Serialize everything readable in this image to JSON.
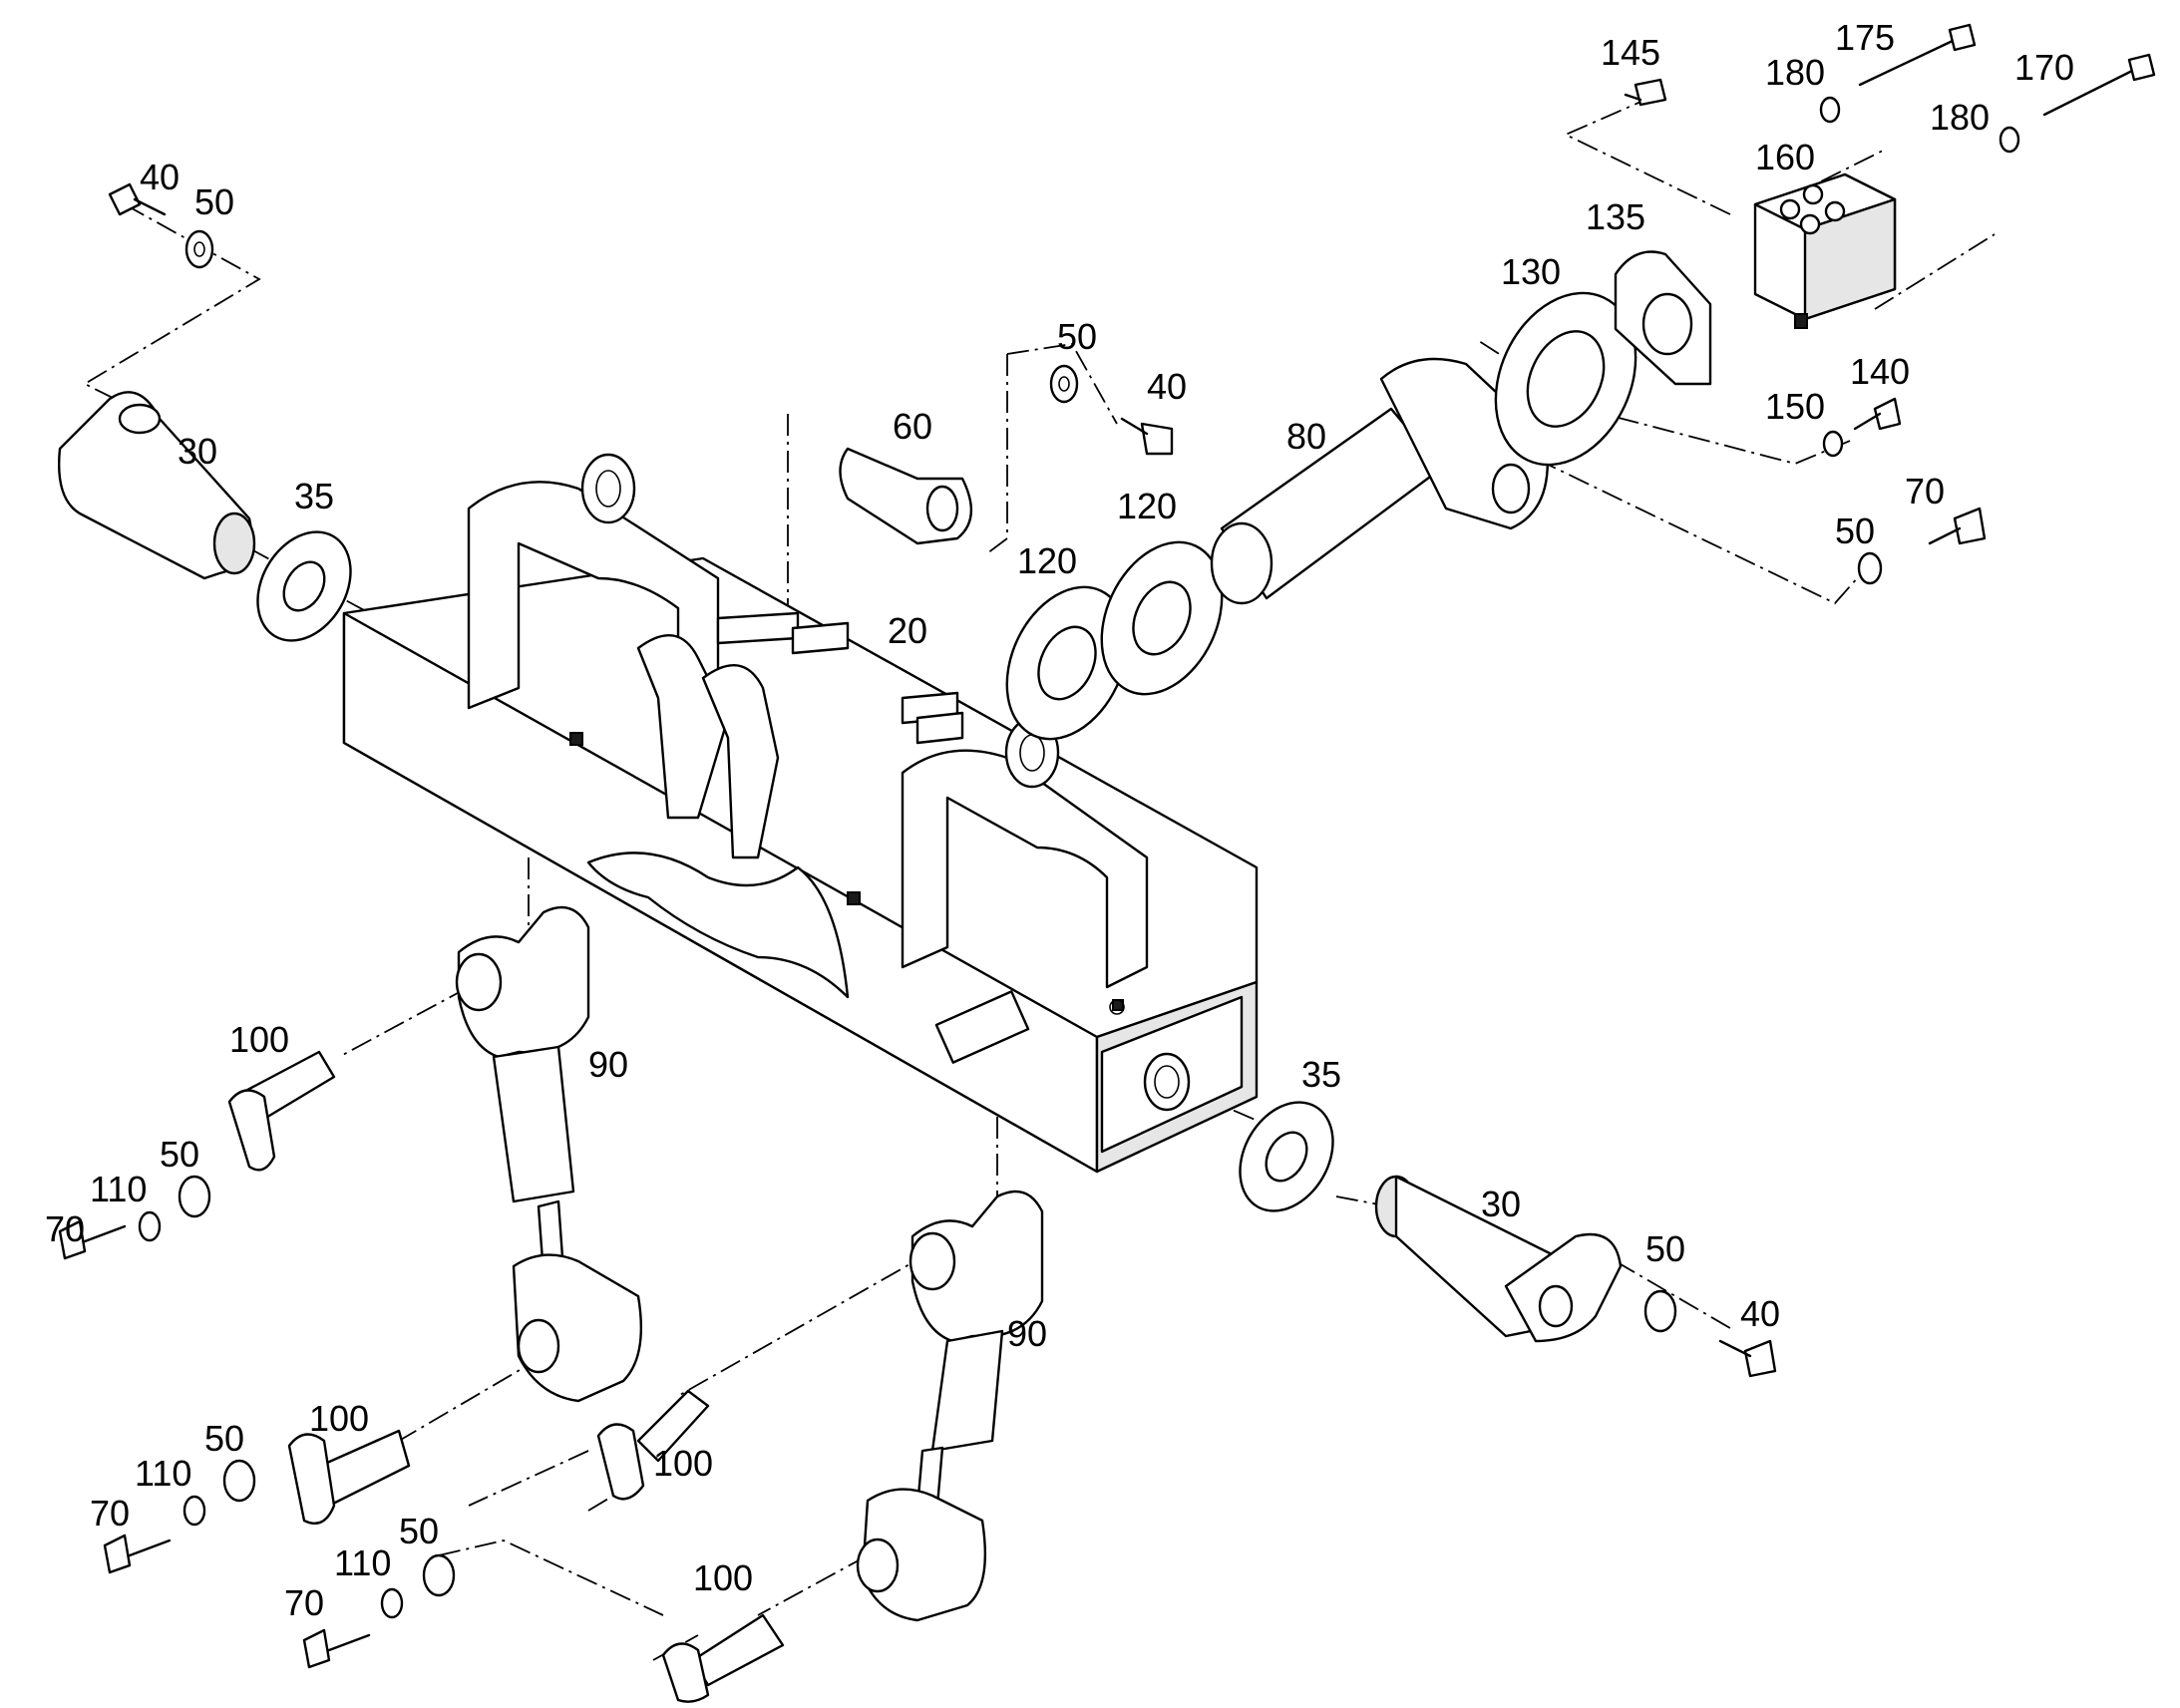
{
  "callouts": [
    {
      "id": "c-40-a",
      "text": "40"
    },
    {
      "id": "c-50-a",
      "text": "50"
    },
    {
      "id": "c-30-a",
      "text": "30"
    },
    {
      "id": "c-35-a",
      "text": "35"
    },
    {
      "id": "c-60",
      "text": "60"
    },
    {
      "id": "c-50-b",
      "text": "50"
    },
    {
      "id": "c-40-b",
      "text": "40"
    },
    {
      "id": "c-20",
      "text": "20"
    },
    {
      "id": "c-120-a",
      "text": "120"
    },
    {
      "id": "c-120-b",
      "text": "120"
    },
    {
      "id": "c-80",
      "text": "80"
    },
    {
      "id": "c-130",
      "text": "130"
    },
    {
      "id": "c-135",
      "text": "135"
    },
    {
      "id": "c-145",
      "text": "145"
    },
    {
      "id": "c-175",
      "text": "175"
    },
    {
      "id": "c-180-a",
      "text": "180"
    },
    {
      "id": "c-170",
      "text": "170"
    },
    {
      "id": "c-180-b",
      "text": "180"
    },
    {
      "id": "c-160",
      "text": "160"
    },
    {
      "id": "c-140",
      "text": "140"
    },
    {
      "id": "c-150",
      "text": "150"
    },
    {
      "id": "c-70-a",
      "text": "70"
    },
    {
      "id": "c-50-c",
      "text": "50"
    },
    {
      "id": "c-100-a",
      "text": "100"
    },
    {
      "id": "c-90-a",
      "text": "90"
    },
    {
      "id": "c-50-d",
      "text": "50"
    },
    {
      "id": "c-110-a",
      "text": "110"
    },
    {
      "id": "c-70-b",
      "text": "70"
    },
    {
      "id": "c-35-b",
      "text": "35"
    },
    {
      "id": "c-30-b",
      "text": "30"
    },
    {
      "id": "c-50-e",
      "text": "50"
    },
    {
      "id": "c-40-c",
      "text": "40"
    },
    {
      "id": "c-90-b",
      "text": "90"
    },
    {
      "id": "c-100-b",
      "text": "100"
    },
    {
      "id": "c-100-c",
      "text": "100"
    },
    {
      "id": "c-50-f",
      "text": "50"
    },
    {
      "id": "c-110-b",
      "text": "110"
    },
    {
      "id": "c-70-c",
      "text": "70"
    },
    {
      "id": "c-50-g",
      "text": "50"
    },
    {
      "id": "c-110-c",
      "text": "110"
    },
    {
      "id": "c-70-d",
      "text": "70"
    },
    {
      "id": "c-100-d",
      "text": "100"
    }
  ]
}
